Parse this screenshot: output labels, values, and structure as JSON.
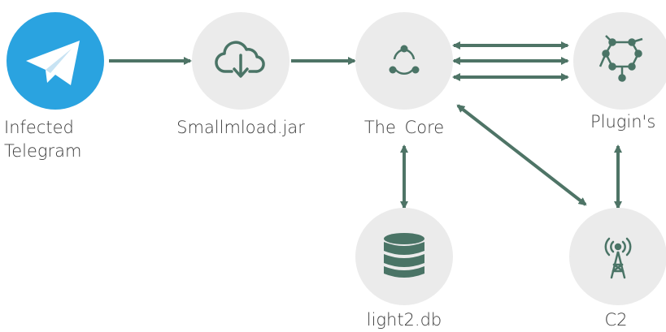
{
  "nodes": {
    "telegram": {
      "label_line1": "Infected",
      "label_line2": "Telegram",
      "icon": "telegram-icon",
      "color": "#2aa3e0"
    },
    "smallmload": {
      "label": "Smallmload.jar",
      "icon": "cloud-download-icon"
    },
    "core": {
      "label": "The Core",
      "icon": "cycle-icon"
    },
    "plugins": {
      "label": "Plugin's",
      "icon": "network-nodes-icon"
    },
    "db": {
      "label": "light2.db",
      "icon": "database-icon"
    },
    "c2": {
      "label": "C2",
      "icon": "radio-tower-icon"
    }
  },
  "edges": [
    {
      "from": "Infected Telegram",
      "to": "Smallmload.jar",
      "direction": "forward"
    },
    {
      "from": "Smallmload.jar",
      "to": "The Core",
      "direction": "forward"
    },
    {
      "from": "The Core",
      "to": "Plugin's",
      "direction": "both",
      "count": 3
    },
    {
      "from": "The Core",
      "to": "light2.db",
      "direction": "both"
    },
    {
      "from": "The Core",
      "to": "C2",
      "direction": "both"
    },
    {
      "from": "Plugin's",
      "to": "C2",
      "direction": "both"
    }
  ],
  "colors": {
    "node_fill": "#ebebeb",
    "icon": "#4a7466",
    "arrow": "#4e7466",
    "telegram": "#2aa3e0"
  }
}
